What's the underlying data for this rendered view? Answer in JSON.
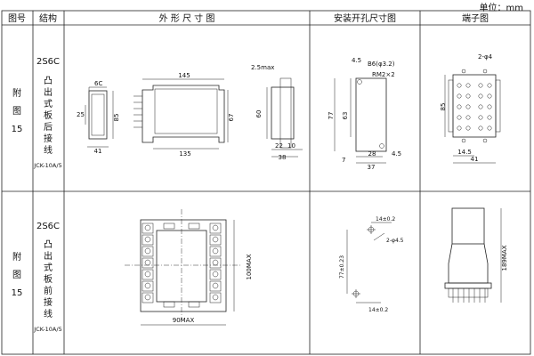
{
  "unit_label": "单位：mm",
  "headers": {
    "fig_no": "图号",
    "structure": "结构",
    "outline": "外 形 尺 寸 图",
    "mount": "安装开孔尺寸图",
    "terminal": "端子图"
  },
  "rows": [
    {
      "fig": [
        "附",
        "图",
        "15"
      ],
      "model": "2S6C",
      "struct": [
        "凸",
        "出",
        "式",
        "板",
        "后",
        "接",
        "线"
      ],
      "code": "JCK-10A/5",
      "outline_dims": {
        "front_label": "6C",
        "front_w": "41",
        "front_h": "85",
        "front_left": "25",
        "side_total": "145",
        "side_body": "135",
        "side_h": "67",
        "side_protrude": "2.5max",
        "back_h": "60",
        "back_w1": "22",
        "back_w2": "10",
        "back_total": "38"
      },
      "mount_dims": {
        "top": "4.5",
        "hole": "B6(φ3.2)",
        "rm": "RM2×2",
        "h1": "77",
        "h2": "63",
        "bottom_left": "7",
        "w1": "28",
        "w2": "4.5",
        "total": "37"
      },
      "term_dims": {
        "top": "2-φ4",
        "h": "85",
        "w1": "14.5",
        "total": "41"
      }
    },
    {
      "fig": [
        "附",
        "图",
        "15"
      ],
      "model": "2S6C",
      "struct": [
        "凸",
        "出",
        "式",
        "板",
        "前",
        "接",
        "线"
      ],
      "code": "JCK-10A/5",
      "outline_dims": {
        "h": "100MAX",
        "w": "90MAX"
      },
      "mount_dims": {
        "top": "14±0.2",
        "hole": "2-φ4.5",
        "h": "77±0.23",
        "bottom": "14±0.2"
      },
      "term_dims": {
        "h": "189MAX"
      }
    }
  ]
}
